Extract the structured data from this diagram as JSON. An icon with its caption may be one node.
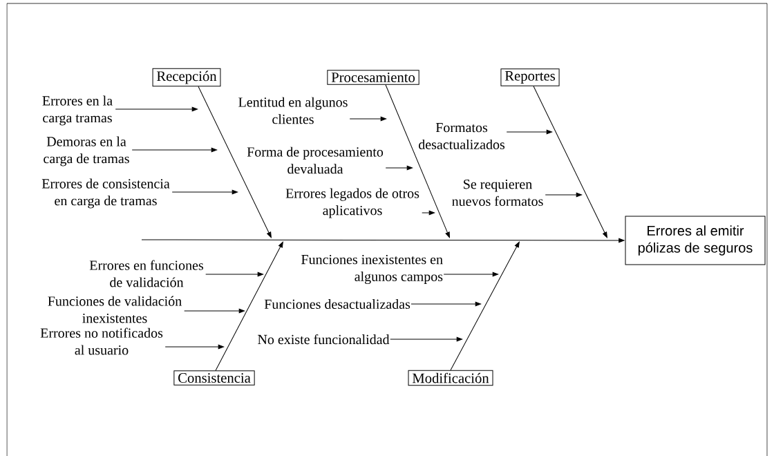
{
  "diagram": {
    "nodes": [
      {
        "text": [
          "Recepción"
        ]
      },
      {
        "text": [
          "Procesamiento"
        ]
      },
      {
        "text": [
          "Reportes"
        ]
      },
      {
        "text": [
          "Errores al emitir pólizas de seguros"
        ]
      },
      {
        "text": [
          "Consistencia"
        ]
      },
      {
        "text": [
          "Modificación"
        ]
      },
      {
        "text": [
          "Errores en la carga tramas"
        ]
      },
      {
        "text": [
          "Demoras en la carga de tramas"
        ]
      },
      {
        "text": [
          "Errores de consistencia en carga de tramas"
        ]
      },
      {
        "text": [
          "Lentitud en algunos clientes"
        ]
      },
      {
        "text": [
          "Forma de procesamiento devaluada"
        ]
      },
      {
        "text": [
          "Errores legados de otros aplicativos"
        ]
      },
      {
        "text": [
          "Formatos desactualizados"
        ]
      },
      {
        "text": [
          "Se requieren nuevos formatos"
        ]
      },
      {
        "text": [
          "Errores en funciones de validación"
        ]
      },
      {
        "text": [
          "Funciones de validación inexistentes"
        ]
      },
      {
        "text": [
          "Errores no notificados al usuario"
        ]
      },
      {
        "text": [
          "Funciones inexistentes en algunos campos"
        ]
      },
      {
        "text": [
          "Funciones desactualizadas"
        ]
      },
      {
        "text": [
          "No existe funcionalidad"
        ]
      }
    ],
    "edges": [
      {
        "from": null,
        "to": 3,
        "arrow": "to"
      },
      {
        "from": 0,
        "to": null,
        "arrow": "to"
      },
      {
        "from": 1,
        "to": null,
        "arrow": "to"
      },
      {
        "from": 2,
        "to": null,
        "arrow": "to"
      },
      {
        "from": 4,
        "to": null,
        "arrow": "to"
      },
      {
        "from": 5,
        "to": null,
        "arrow": "to"
      },
      {
        "from": 6,
        "to": null,
        "arrow": "to"
      },
      {
        "from": 7,
        "to": null,
        "arrow": "to"
      },
      {
        "from": 8,
        "to": null,
        "arrow": "to"
      },
      {
        "from": 9,
        "to": null,
        "arrow": "to"
      },
      {
        "from": 10,
        "to": null,
        "arrow": "to"
      },
      {
        "from": 11,
        "to": null,
        "arrow": "to"
      },
      {
        "from": 12,
        "to": null,
        "arrow": "to"
      },
      {
        "from": 13,
        "to": null,
        "arrow": "to"
      },
      {
        "from": 14,
        "to": null,
        "arrow": "to"
      },
      {
        "from": 15,
        "to": null,
        "arrow": "to"
      },
      {
        "from": 16,
        "to": null,
        "arrow": "to"
      },
      {
        "from": 17,
        "to": null,
        "arrow": "to"
      },
      {
        "from": 18,
        "to": null,
        "arrow": "to"
      },
      {
        "from": 19,
        "to": null,
        "arrow": "to"
      }
    ]
  }
}
